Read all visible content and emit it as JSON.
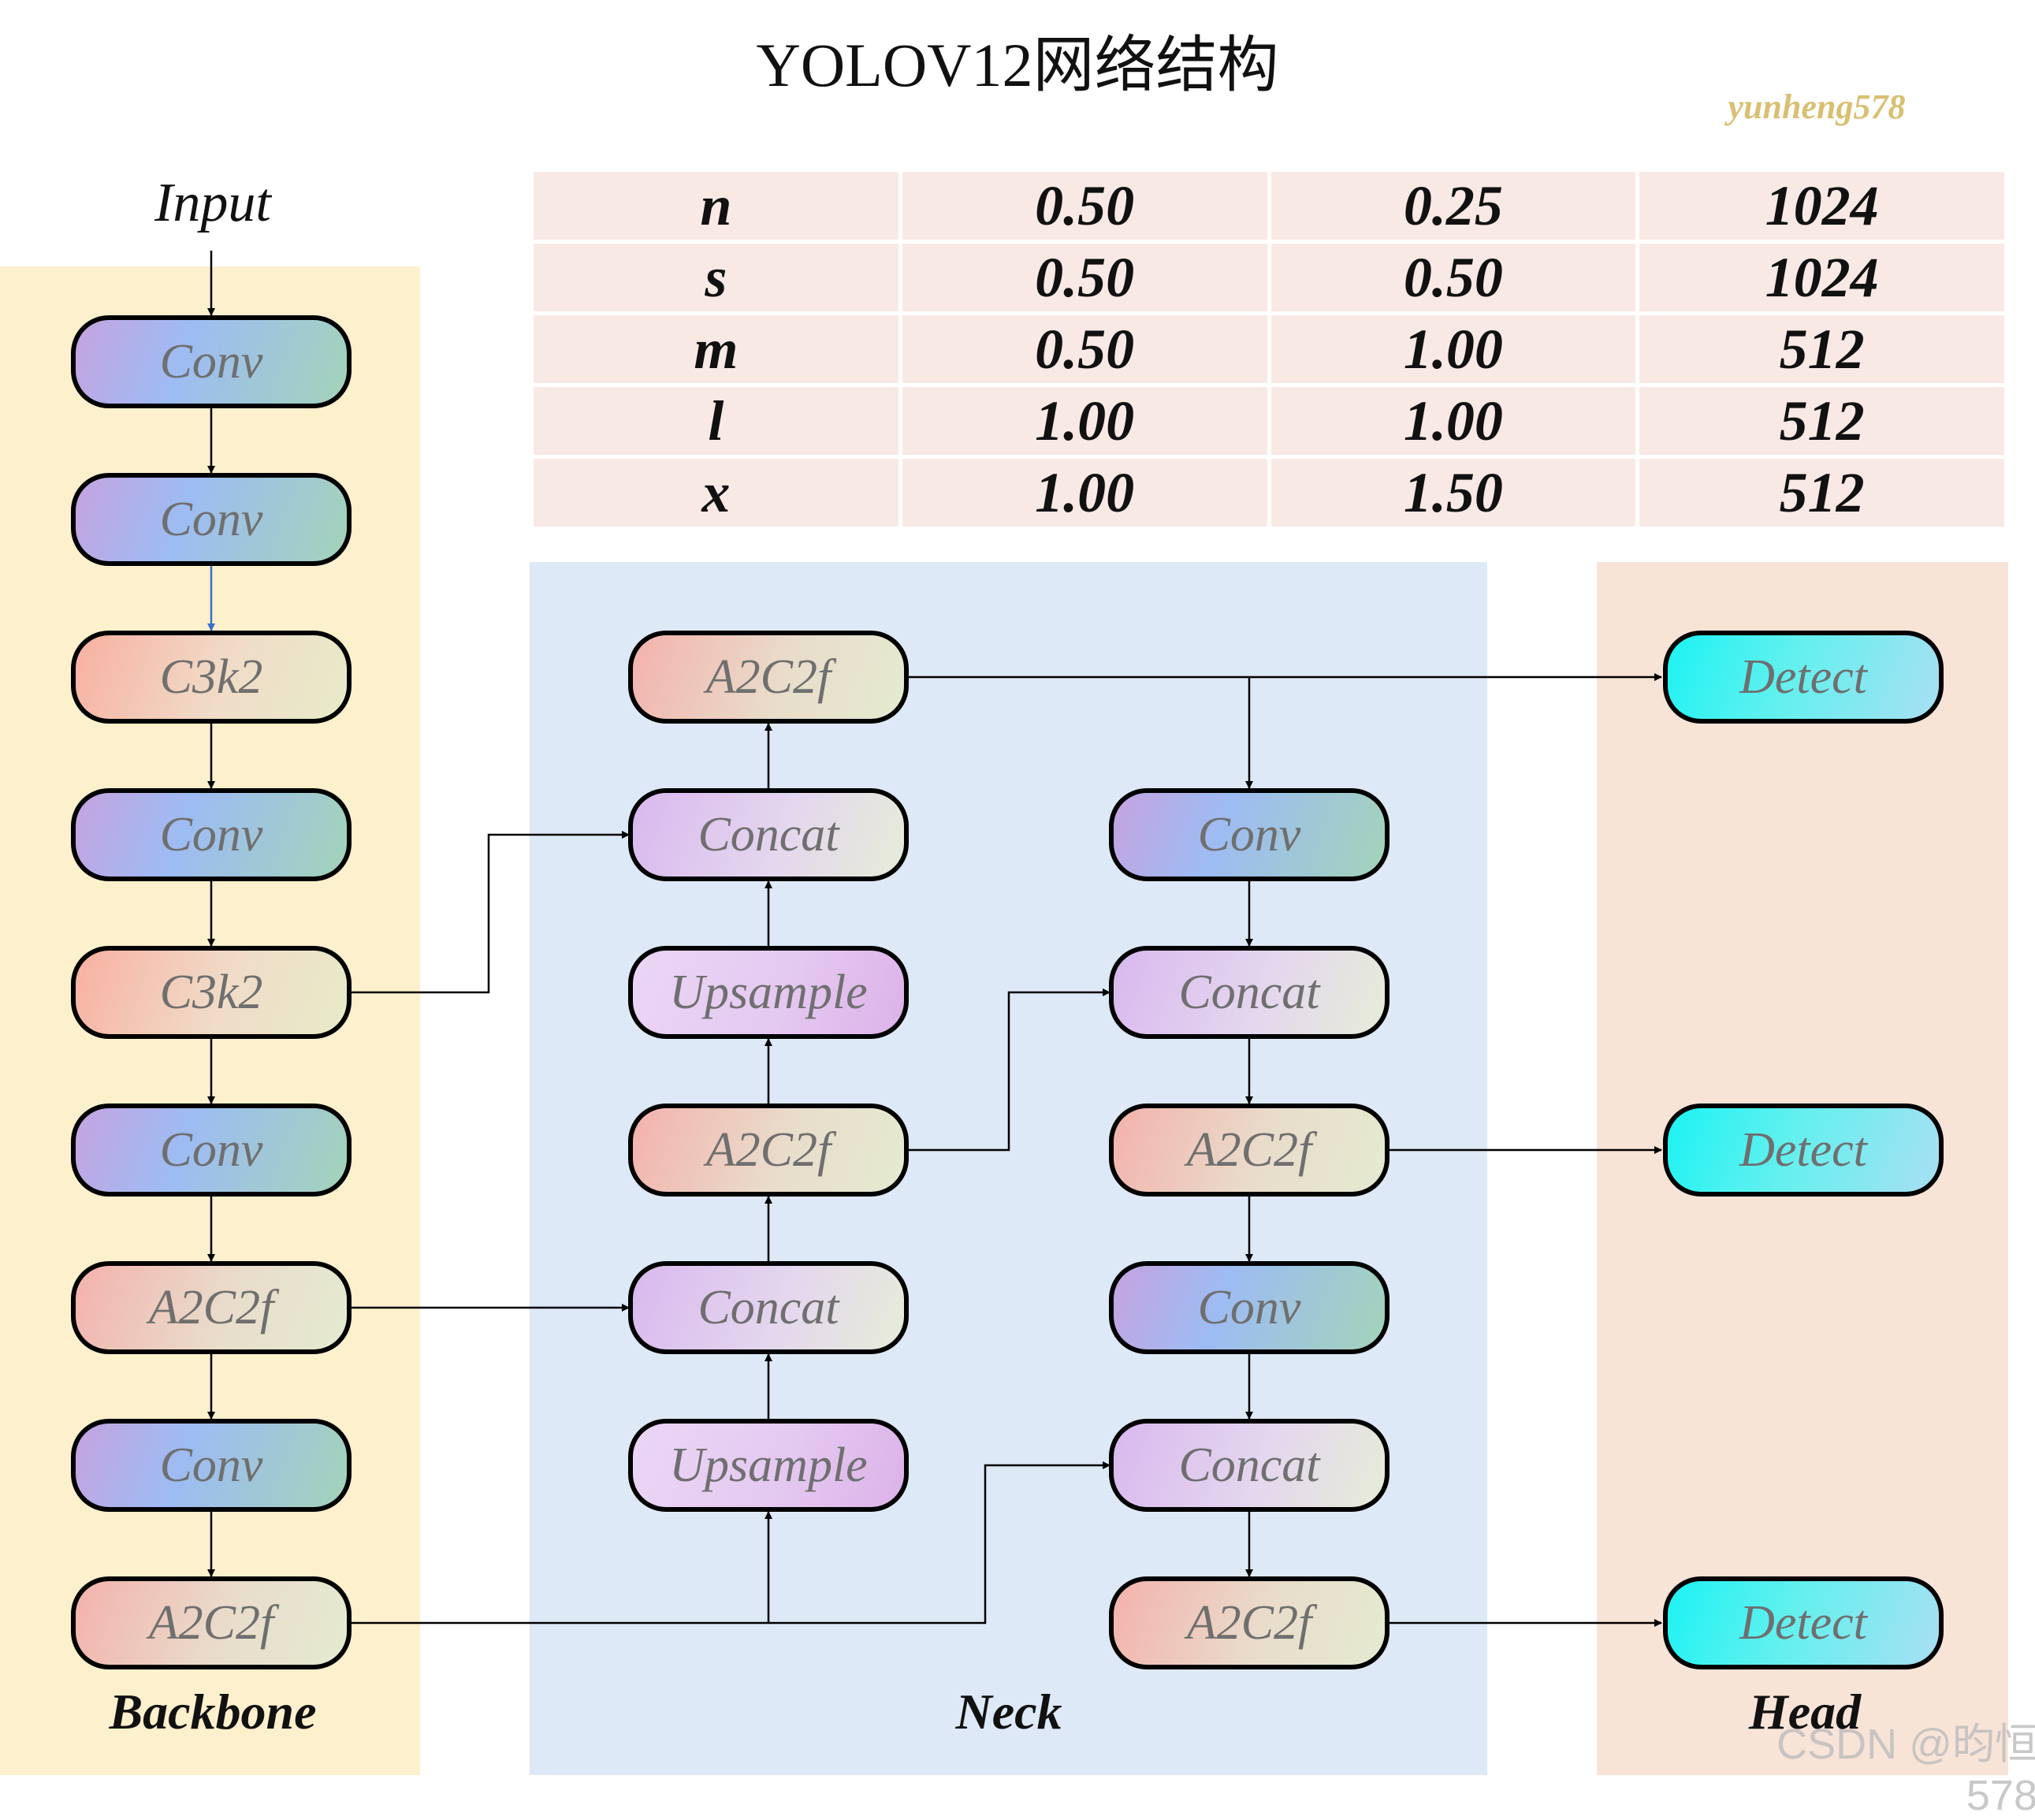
{
  "title": "YOLOV12网络结构",
  "watermark_top": "yunheng578",
  "watermark_bottom": "CSDN @昀恒578",
  "input_label": "Input",
  "sections": {
    "backbone": "Backbone",
    "neck": "Neck",
    "head": "Head"
  },
  "scale_table": [
    [
      "n",
      "0.50",
      "0.25",
      "1024"
    ],
    [
      "s",
      "0.50",
      "0.50",
      "1024"
    ],
    [
      "m",
      "0.50",
      "1.00",
      "512"
    ],
    [
      "l",
      "1.00",
      "1.00",
      "512"
    ],
    [
      "x",
      "1.00",
      "1.50",
      "512"
    ]
  ],
  "backbone": [
    "Conv",
    "Conv",
    "C3k2",
    "Conv",
    "C3k2",
    "Conv",
    "A2C2f",
    "Conv",
    "A2C2f"
  ],
  "neck_left": [
    "A2C2f",
    "Concat",
    "Upsample",
    "A2C2f",
    "Concat",
    "Upsample"
  ],
  "neck_right": [
    "Conv",
    "Concat",
    "A2C2f",
    "Conv",
    "Concat",
    "A2C2f"
  ],
  "head": [
    "Detect",
    "Detect",
    "Detect"
  ]
}
